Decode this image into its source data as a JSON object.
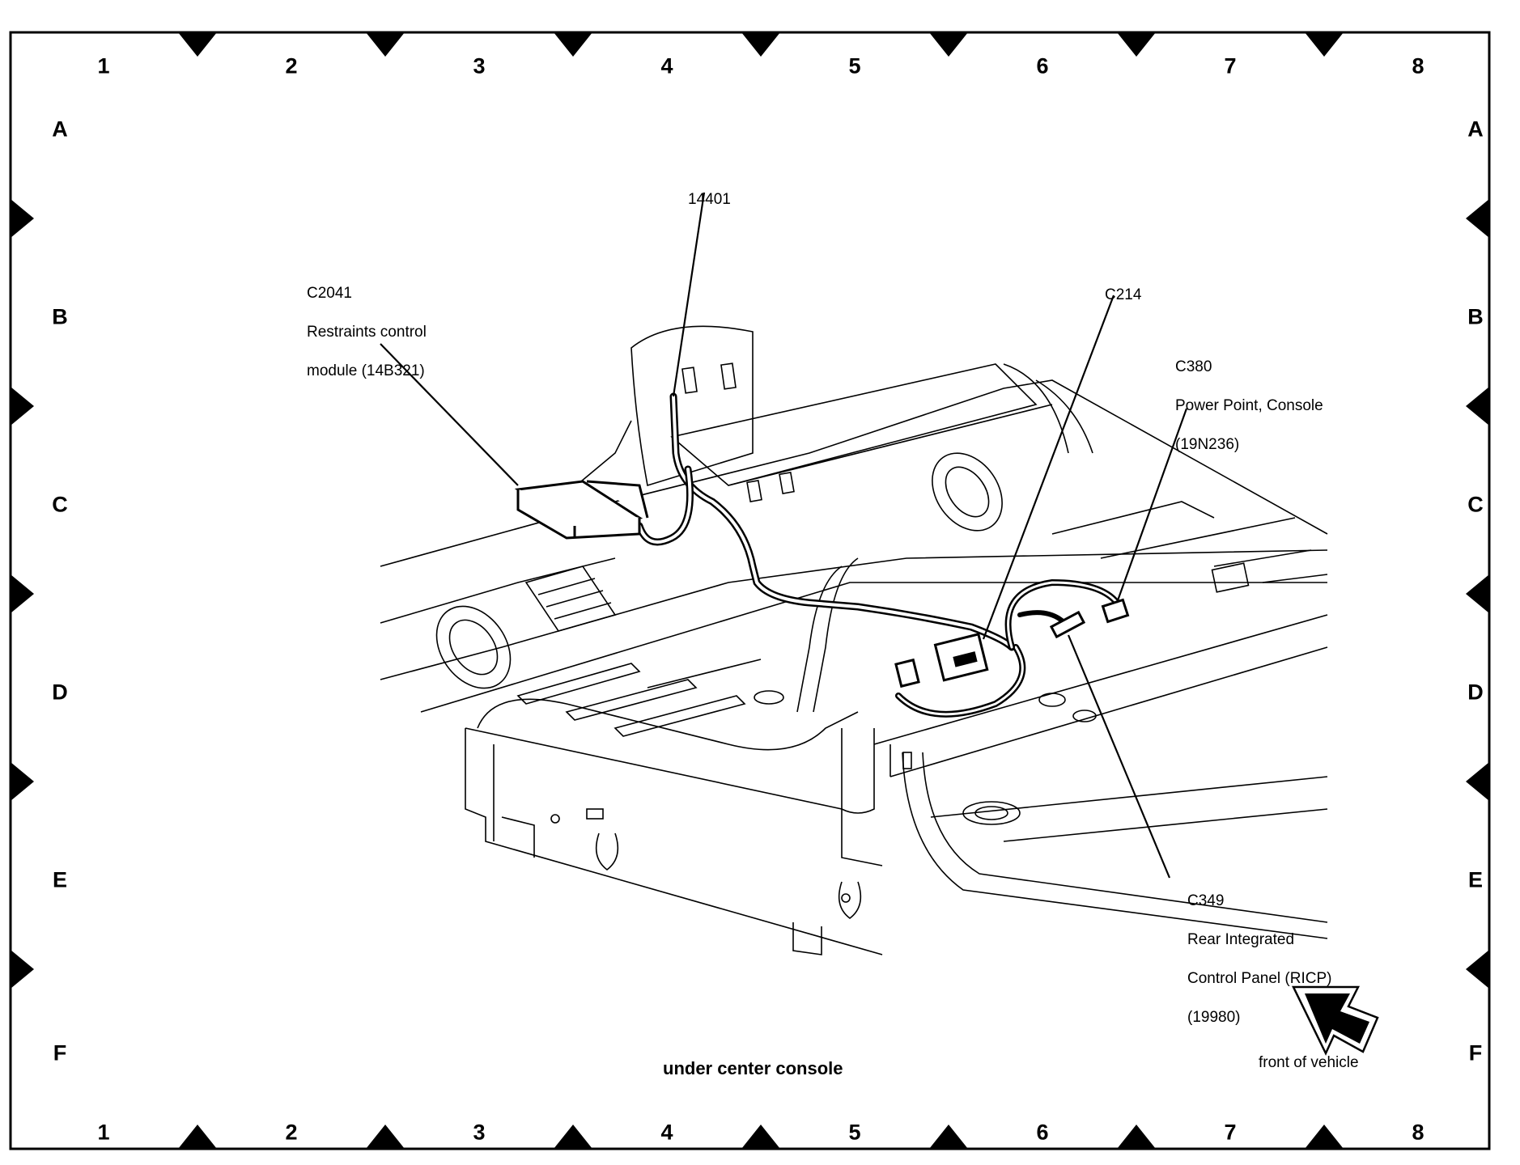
{
  "diagram": {
    "title": "under center console",
    "orientation_label": "front of vehicle",
    "grid": {
      "columns": [
        "1",
        "2",
        "3",
        "4",
        "5",
        "6",
        "7",
        "8"
      ],
      "rows": [
        "A",
        "B",
        "C",
        "D",
        "E",
        "F"
      ]
    },
    "callouts": [
      {
        "id": "14401",
        "lines": [
          "14401"
        ]
      },
      {
        "id": "C2041",
        "lines": [
          "C2041",
          "Restraints control",
          "module (14B321)"
        ]
      },
      {
        "id": "C214",
        "lines": [
          "C214"
        ]
      },
      {
        "id": "C380",
        "lines": [
          "C380",
          "Power Point, Console",
          "(19N236)"
        ]
      },
      {
        "id": "C349",
        "lines": [
          "C349",
          "Rear Integrated",
          "Control Panel (RICP)",
          "(19980)"
        ]
      }
    ],
    "icons": {
      "front_arrow": "arrow-up-left-icon"
    },
    "colors": {
      "ink": "#000000",
      "paper": "#ffffff"
    }
  }
}
